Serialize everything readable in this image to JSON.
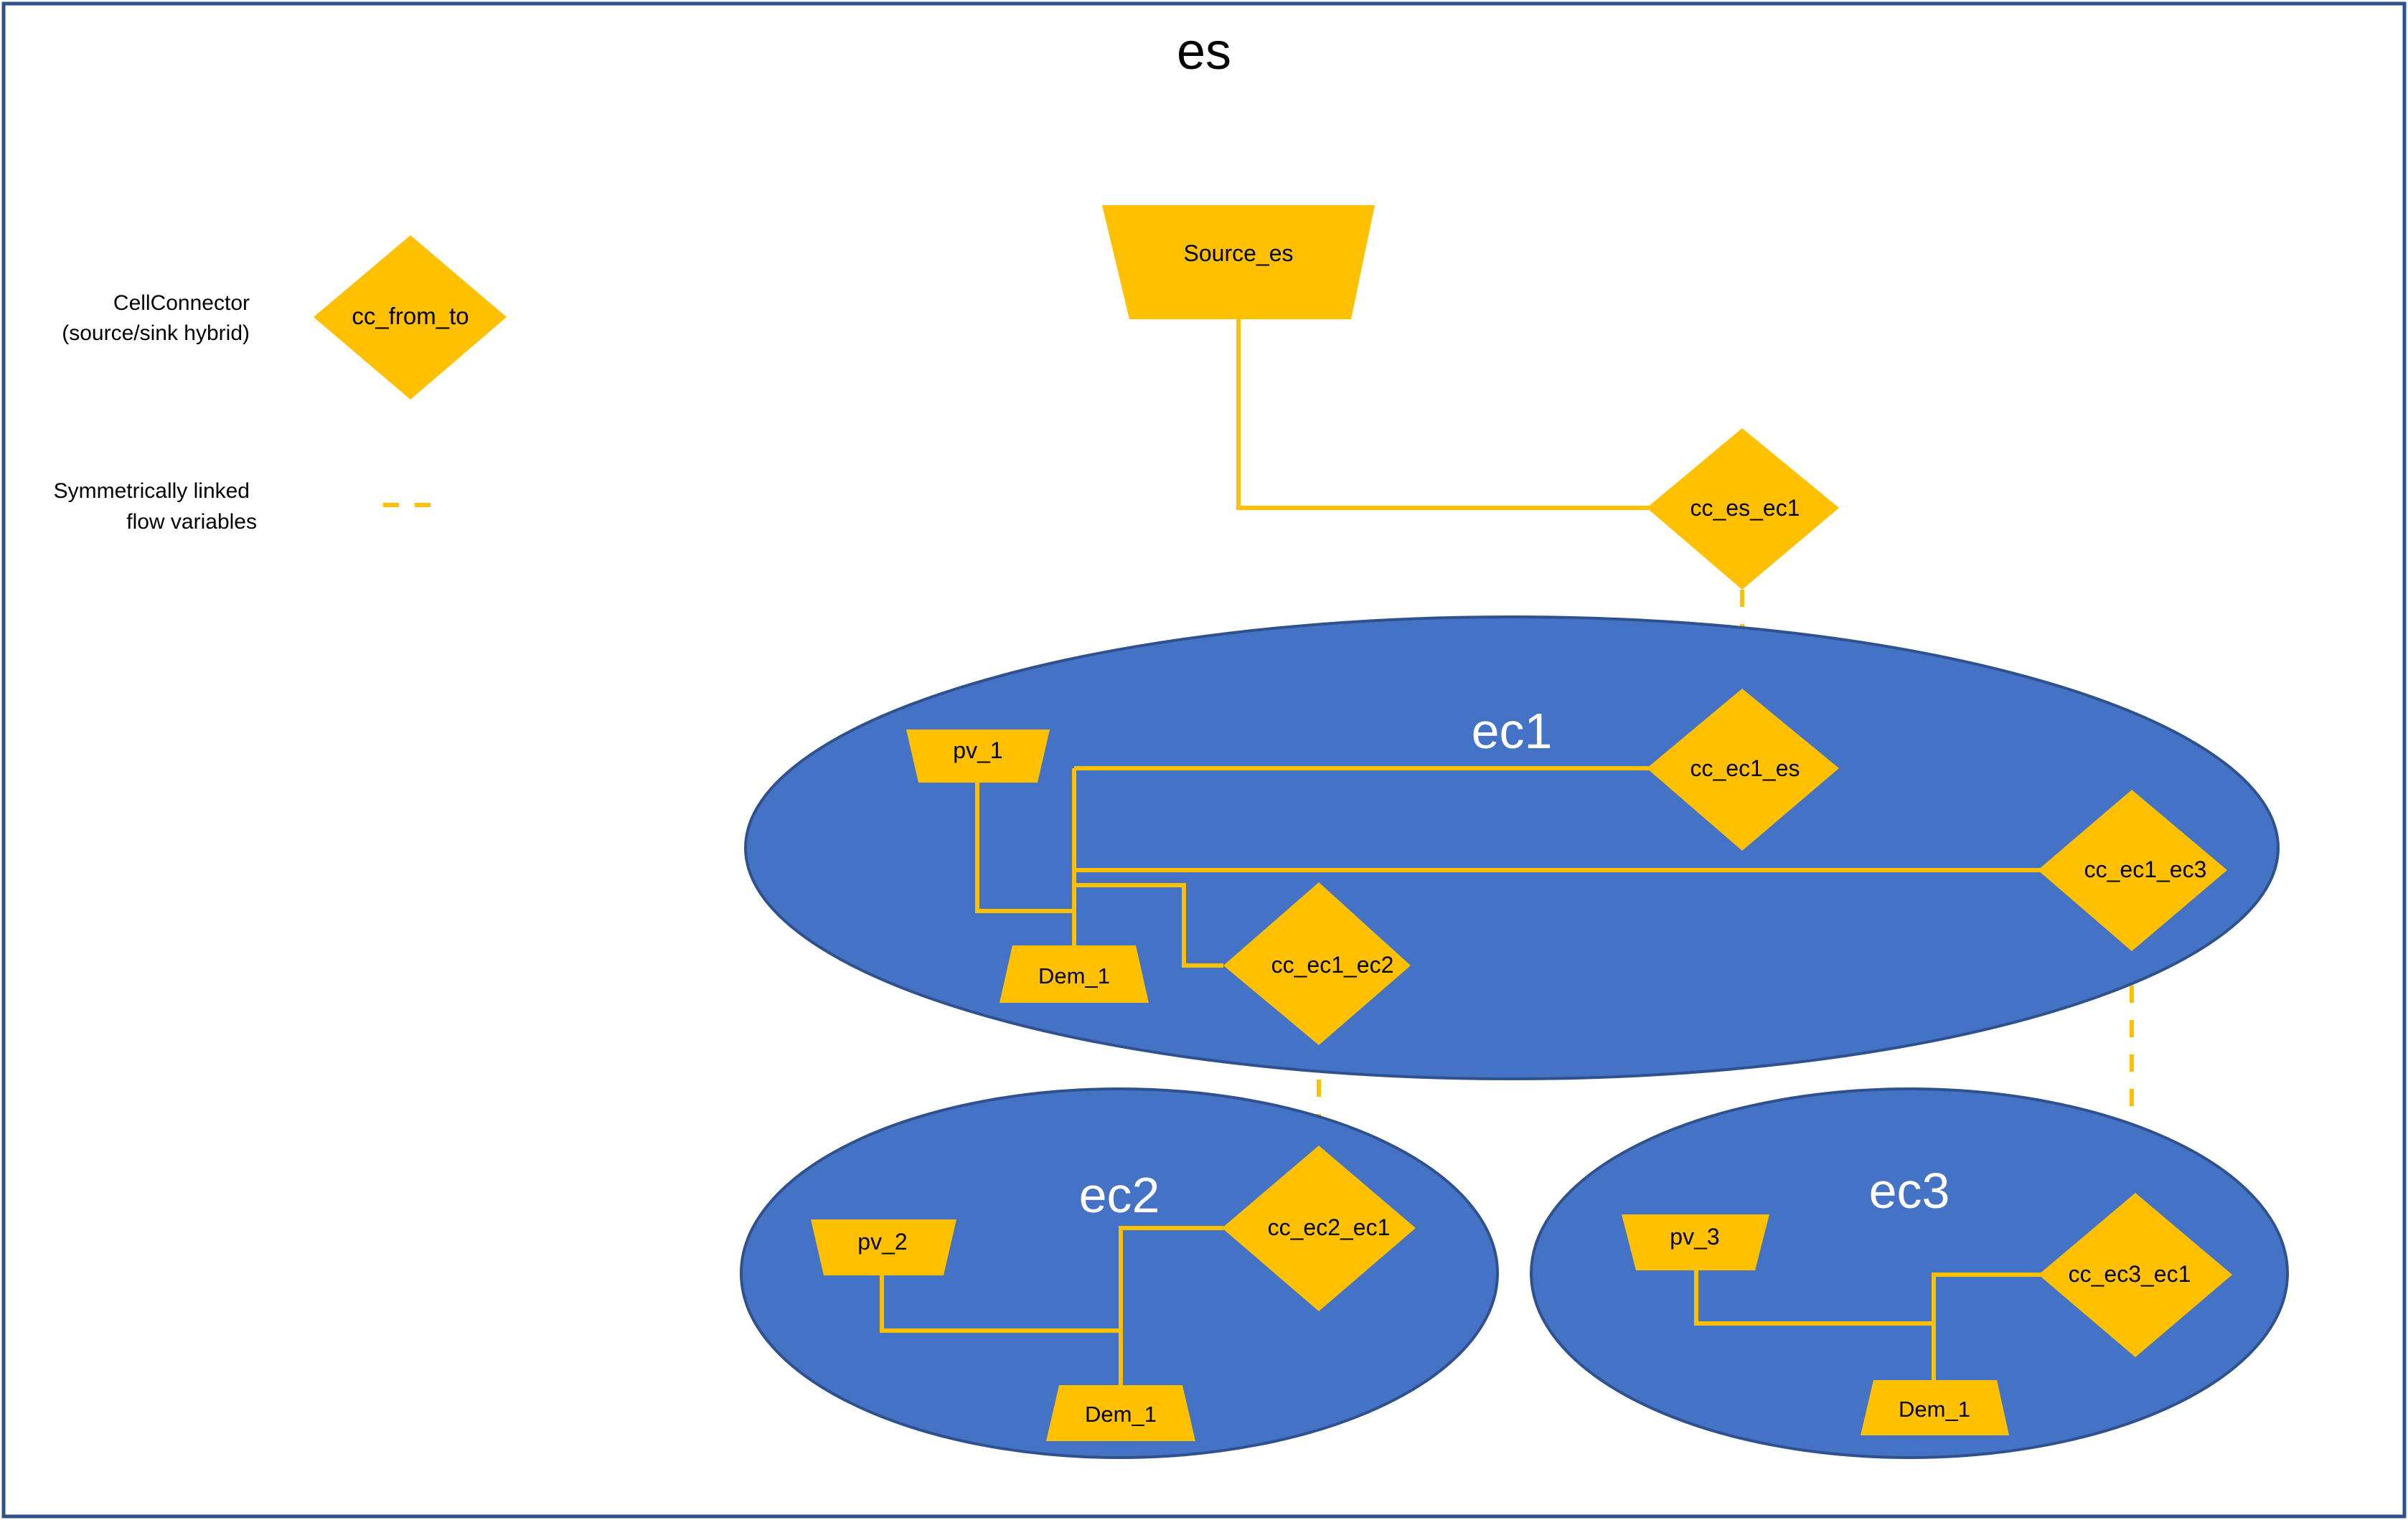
{
  "title": "es",
  "colors": {
    "frame": "#2f528f",
    "cell_fill": "#4472c4",
    "cell_stroke": "#2f528f",
    "component": "#ffc000",
    "link": "#ffc000",
    "text_dark": "#000000",
    "text_light": "#ffffff"
  },
  "legend": {
    "cellconnector_label_line1": "CellConnector",
    "cellconnector_label_line2": "(source/sink hybrid)",
    "cellconnector_symbol": "cc_from_to",
    "linked_label_line1": "Symmetrically linked",
    "linked_label_line2": "flow variables"
  },
  "cells": {
    "ec1": "ec1",
    "ec2": "ec2",
    "ec3": "ec3"
  },
  "components": {
    "source_es": "Source_es",
    "pv_1": "pv_1",
    "dem_1_ec1": "Dem_1",
    "pv_2": "pv_2",
    "dem_1_ec2": "Dem_1",
    "pv_3": "pv_3",
    "dem_1_ec3": "Dem_1"
  },
  "connectors": {
    "cc_es_ec1": "cc_es_ec1",
    "cc_ec1_es": "cc_ec1_es",
    "cc_ec1_ec3": "cc_ec1_ec3",
    "cc_ec1_ec2": "cc_ec1_ec2",
    "cc_ec2_ec1": "cc_ec2_ec1",
    "cc_ec3_ec1": "cc_ec3_ec1"
  }
}
